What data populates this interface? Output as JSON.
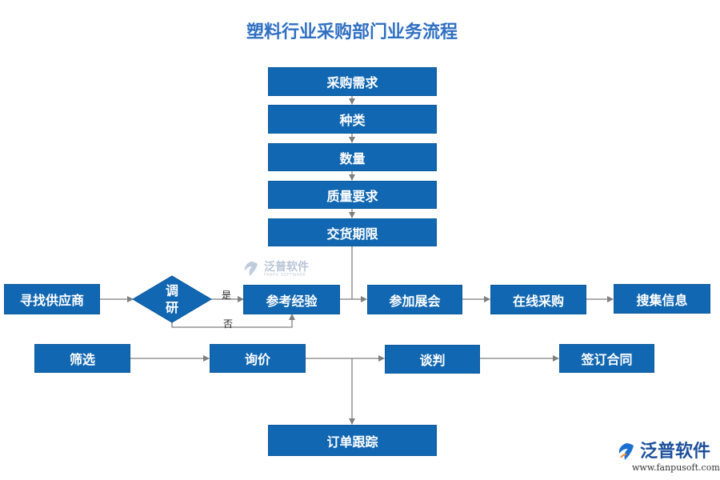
{
  "title": "塑料行业采购部门业务流程",
  "nodes": {
    "demand": "采购需求",
    "category": "种类",
    "quantity": "数量",
    "quality": "质量要求",
    "delivery": "交货期限",
    "find_supplier": "寻找供应商",
    "research": "调研",
    "reference": "参考经验",
    "exhibition": "参加展会",
    "online": "在线采购",
    "collect": "搜集信息",
    "screen": "筛选",
    "inquiry": "询价",
    "negotiate": "谈判",
    "contract": "签订合同",
    "tracking": "订单跟踪"
  },
  "labels": {
    "yes": "是",
    "no": "否"
  },
  "research_lines": [
    "调",
    "研"
  ],
  "watermark": {
    "text": "泛普软件",
    "sub": "FANPU SOFTWARE"
  },
  "logo": {
    "text": "泛普软件",
    "url": "www.fanpusoft.com"
  },
  "colors": {
    "box": "#1167b1",
    "arrow": "#7f7f7f",
    "title": "#2f6fc2"
  }
}
